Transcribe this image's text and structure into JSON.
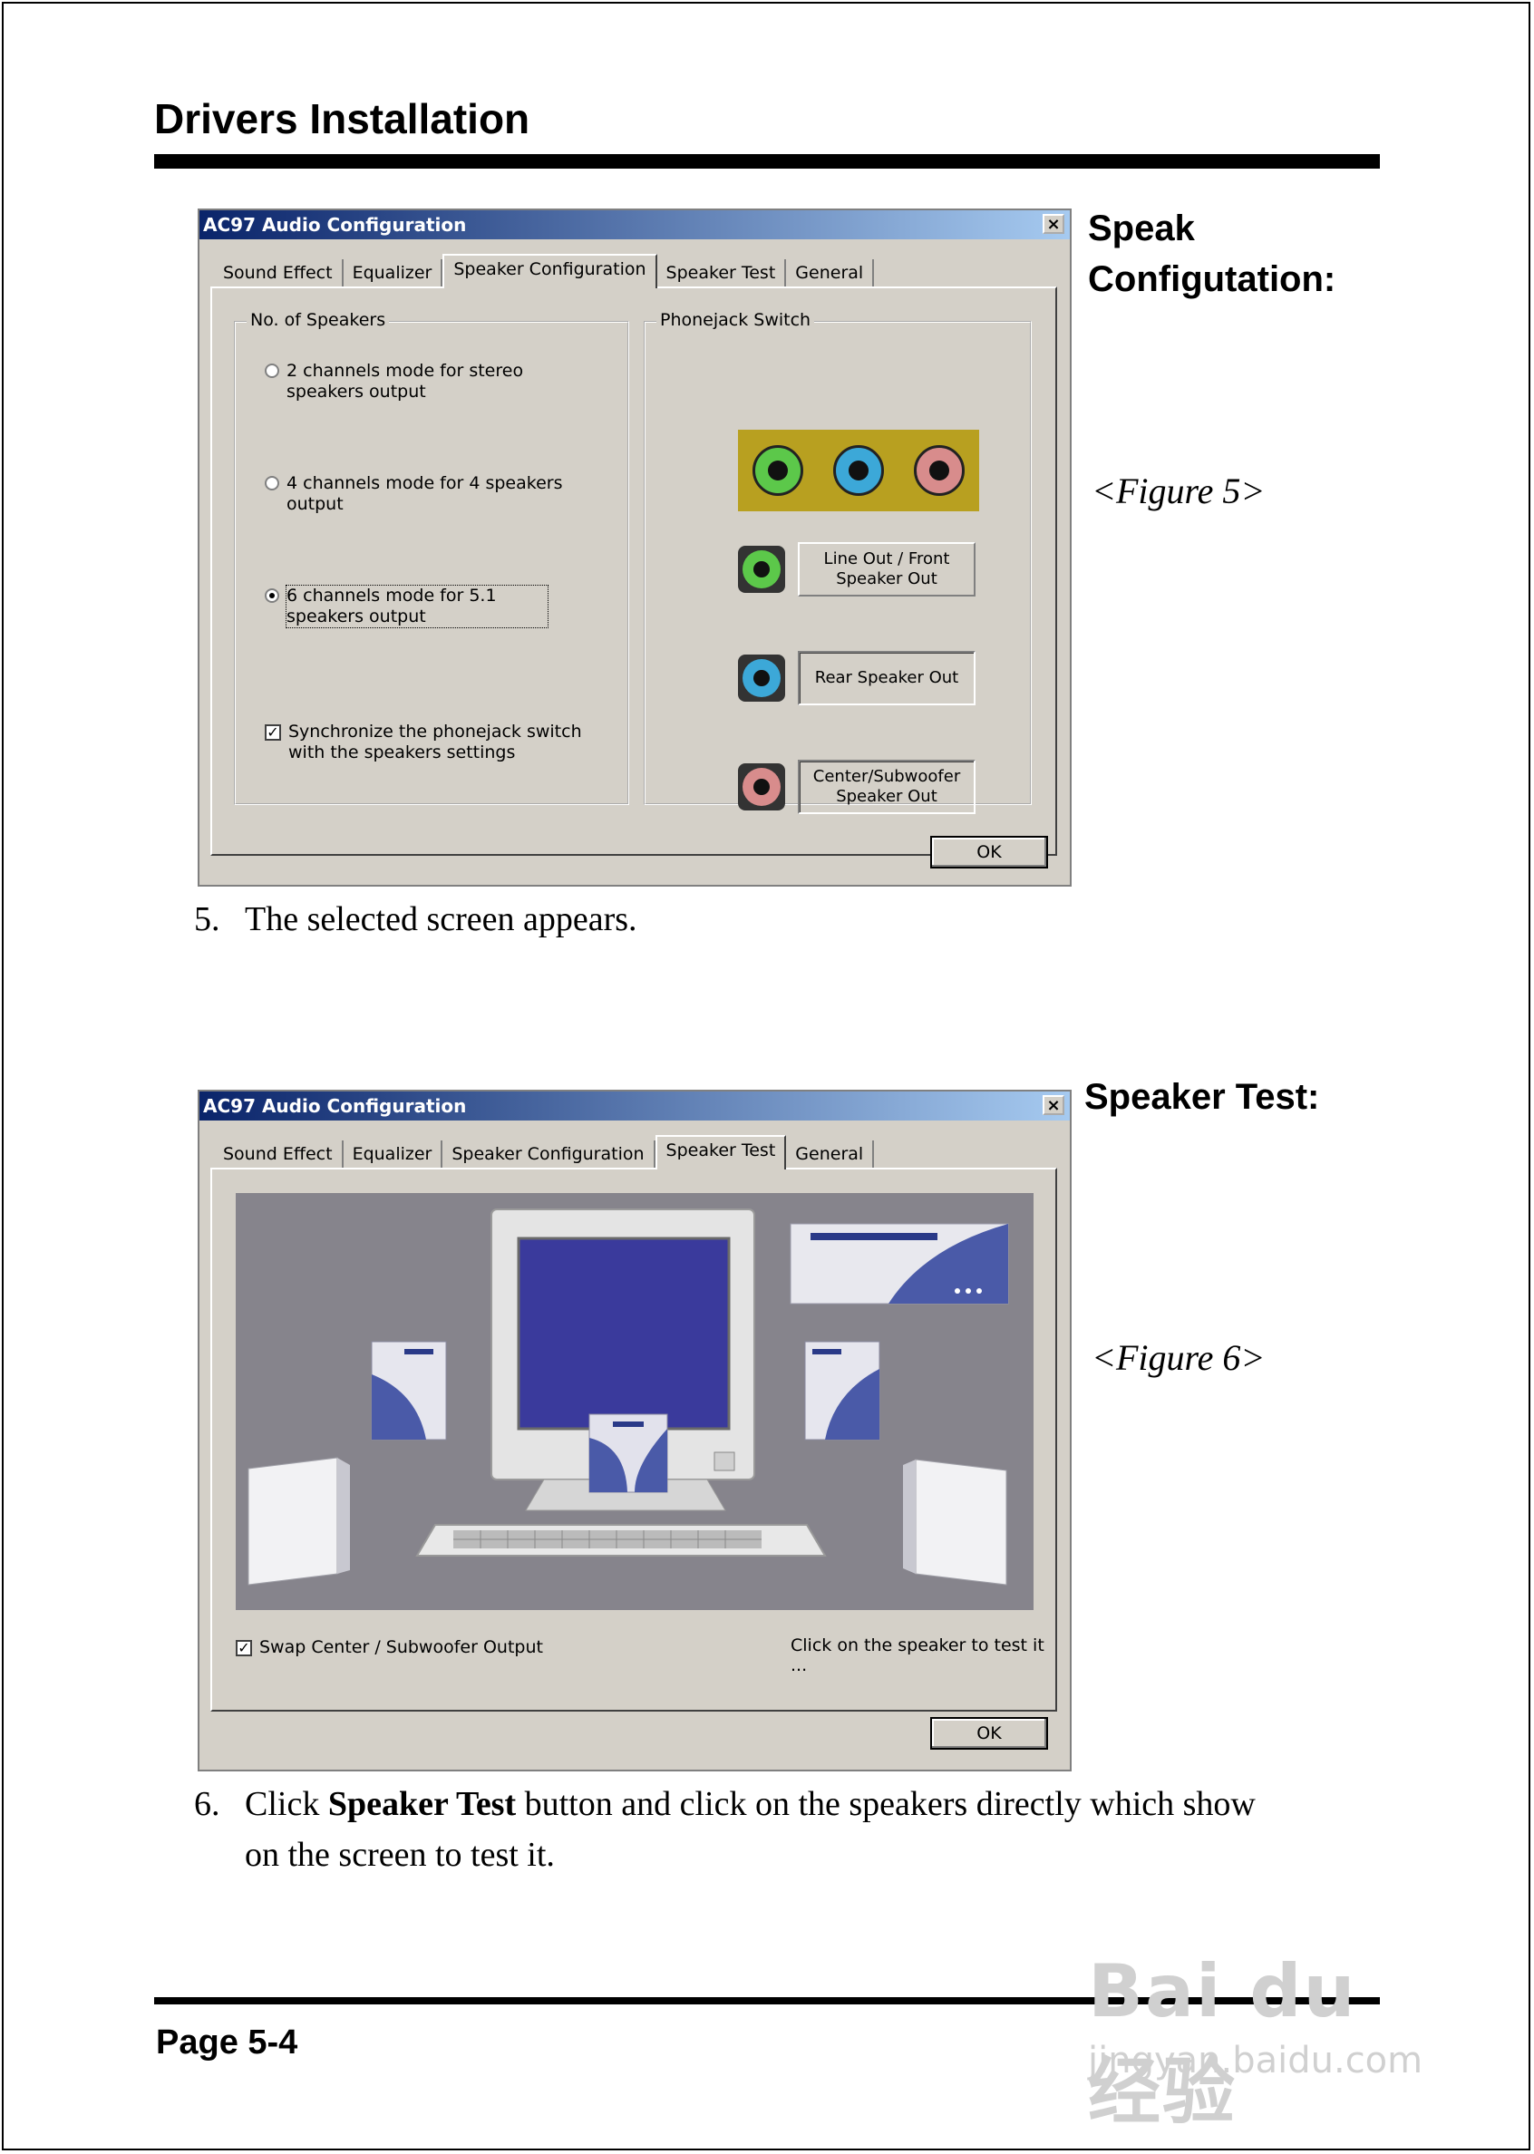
{
  "header": {
    "title": "Drivers Installation"
  },
  "footer": {
    "page": "Page 5-4"
  },
  "figure5": {
    "heading_line1": "Speak",
    "heading_line2": "Configutation:",
    "label": "<Figure 5>",
    "dialog": {
      "title": "AC97 Audio Configuration",
      "close": "×",
      "tabs": [
        "Sound Effect",
        "Equalizer",
        "Speaker Configuration",
        "Speaker Test",
        "General"
      ],
      "active_tab": "Speaker Configuration",
      "speakers_group": "No. of Speakers",
      "options": [
        {
          "label": "2 channels mode for stereo speakers output",
          "checked": false
        },
        {
          "label": "4 channels mode for 4 speakers output",
          "checked": false
        },
        {
          "label": "6 channels mode for 5.1 speakers output",
          "checked": true
        }
      ],
      "sync_checkbox": {
        "label": "Synchronize the phonejack switch with the speakers settings",
        "checked": true
      },
      "phonejack_group": "Phonejack Switch",
      "jacks": [
        {
          "label": "Line Out / Front Speaker Out",
          "color": "#5cc84a"
        },
        {
          "label": "Rear Speaker Out",
          "color": "#3ca8d8"
        },
        {
          "label": "Center/Subwoofer Speaker Out",
          "color": "#d88c8c"
        }
      ],
      "ok": "OK"
    },
    "step": {
      "number": "5.",
      "text": "The selected screen appears."
    }
  },
  "figure6": {
    "heading": "Speaker Test:",
    "label": "<Figure 6>",
    "dialog": {
      "title": "AC97 Audio Configuration",
      "close": "×",
      "tabs": [
        "Sound Effect",
        "Equalizer",
        "Speaker Configuration",
        "Speaker Test",
        "General"
      ],
      "active_tab": "Speaker Test",
      "swap_checkbox": {
        "label": "Swap Center / Subwoofer Output",
        "checked": true
      },
      "hint": "Click on the speaker to test it ...",
      "ok": "OK"
    },
    "step": {
      "number": "6.",
      "pre": "Click ",
      "bold": "Speaker Test",
      "post": " button and click on the speakers directly which show",
      "line2": "on the screen to test it."
    }
  },
  "watermark": {
    "brand": "Bai du 经验",
    "url": "jingyan.baidu.com"
  },
  "colors": {
    "titlebar_start": "#0a246a",
    "titlebar_end": "#a6caf0",
    "dialog_face": "#d4d0c8",
    "scene_bg": "#86848c",
    "monitor_screen": "#3a3a9c"
  }
}
